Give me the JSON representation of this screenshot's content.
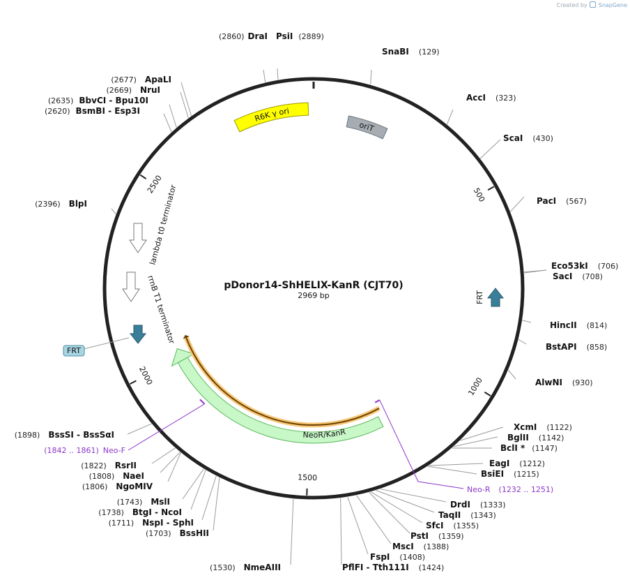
{
  "credit": {
    "created_by": "Created by",
    "brand": "SnapGene"
  },
  "plasmid": {
    "name": "pDonor14-ShHELIX-KanR (CJT70)",
    "length_label": "2969 bp",
    "length": 2969
  },
  "ticks": [
    {
      "label": "500",
      "pos": 500
    },
    {
      "label": "1000",
      "pos": 1000
    },
    {
      "label": "1500",
      "pos": 1500
    },
    {
      "label": "2000",
      "pos": 2000
    },
    {
      "label": "2500",
      "pos": 2500
    }
  ],
  "features": [
    {
      "name": "R6K γ ori",
      "start": 2760,
      "end": 2955,
      "color": "#ffff00",
      "stroke": "#999900"
    },
    {
      "name": "oriT",
      "start": 95,
      "end": 205,
      "color": "#a5acb2",
      "stroke": "#6e767c"
    },
    {
      "name": "lambda t0 terminator",
      "pos": 2250,
      "color": "#ffffff"
    },
    {
      "name": "rrnB T1 terminator",
      "pos": 2200,
      "color": "#ffffff"
    },
    {
      "name": "FRT",
      "pos": 2145,
      "color": "#3a7f99"
    },
    {
      "name": "FRT",
      "pos": 750,
      "color": "#3a7f99"
    },
    {
      "name": "NeoR/KanR",
      "start": 1260,
      "end": 2030,
      "color": "#c8f7c8",
      "stroke": "#5bb85b"
    },
    {
      "name": "Neo-R",
      "start": 1232,
      "end": 1251,
      "color": "#8b35c9"
    },
    {
      "name": "Neo-F",
      "start": 1842,
      "end": 1861,
      "color": "#8b35c9"
    }
  ],
  "free_labels": {
    "frt_left": "FRT"
  },
  "primers": [
    {
      "name": "Neo-R",
      "range": "(1232 .. 1251)"
    },
    {
      "name": "Neo-F",
      "range": "(1842 .. 1861)"
    }
  ],
  "sites": [
    {
      "name": "DraI",
      "num": "(2860)",
      "pos": 2860
    },
    {
      "name": "PsiI",
      "num": "(2889)",
      "pos": 2889
    },
    {
      "name": "SnaBI",
      "num": "(129)",
      "pos": 129
    },
    {
      "name": "AccI",
      "num": "(323)",
      "pos": 323
    },
    {
      "name": "ScaI",
      "num": "(430)",
      "pos": 430
    },
    {
      "name": "PacI",
      "num": "(567)",
      "pos": 567
    },
    {
      "name": "Eco53kI",
      "num": "(706)",
      "pos": 706
    },
    {
      "name": "SacI",
      "num": "(708)",
      "pos": 708
    },
    {
      "name": "HincII",
      "num": "(814)",
      "pos": 814
    },
    {
      "name": "BstAPI",
      "num": "(858)",
      "pos": 858
    },
    {
      "name": "AlwNI",
      "num": "(930)",
      "pos": 930
    },
    {
      "name": "XcmI",
      "num": "(1122)",
      "pos": 1122
    },
    {
      "name": "BglII",
      "num": "(1142)",
      "pos": 1142
    },
    {
      "name": "BclI *",
      "num": "(1147)",
      "pos": 1147
    },
    {
      "name": "EagI",
      "num": "(1212)",
      "pos": 1212
    },
    {
      "name": "BsiEI",
      "num": "(1215)",
      "pos": 1215
    },
    {
      "name": "DrdI",
      "num": "(1333)",
      "pos": 1333
    },
    {
      "name": "TaqII",
      "num": "(1343)",
      "pos": 1343
    },
    {
      "name": "SfcI",
      "num": "(1355)",
      "pos": 1355
    },
    {
      "name": "PstI",
      "num": "(1359)",
      "pos": 1359
    },
    {
      "name": "MscI",
      "num": "(1388)",
      "pos": 1388
    },
    {
      "name": "FspI",
      "num": "(1408)",
      "pos": 1408
    },
    {
      "name": "PflFI - Tth111I",
      "num": "(1424)",
      "pos": 1424
    },
    {
      "name": "NmeAIII",
      "num": "(1530)",
      "pos": 1530
    },
    {
      "name": "BssHII",
      "num": "(1703)",
      "pos": 1703
    },
    {
      "name": "NspI - SphI",
      "num": "(1711)",
      "pos": 1711
    },
    {
      "name": "BtgI - NcoI",
      "num": "(1738)",
      "pos": 1738
    },
    {
      "name": "MslI",
      "num": "(1743)",
      "pos": 1743
    },
    {
      "name": "NgoMIV",
      "num": "(1806)",
      "pos": 1806
    },
    {
      "name": "NaeI",
      "num": "(1808)",
      "pos": 1808
    },
    {
      "name": "RsrII",
      "num": "(1822)",
      "pos": 1822
    },
    {
      "name": "BssSI - BssSαI",
      "num": "(1898)",
      "pos": 1898
    },
    {
      "name": "BlpI",
      "num": "(2396)",
      "pos": 2396
    },
    {
      "name": "BsmBI - Esp3I",
      "num": "(2620)",
      "pos": 2620
    },
    {
      "name": "BbvCI - Bpu10I",
      "num": "(2635)",
      "pos": 2635
    },
    {
      "name": "NruI",
      "num": "(2669)",
      "pos": 2669
    },
    {
      "name": "ApaLI",
      "num": "(2677)",
      "pos": 2677
    }
  ]
}
